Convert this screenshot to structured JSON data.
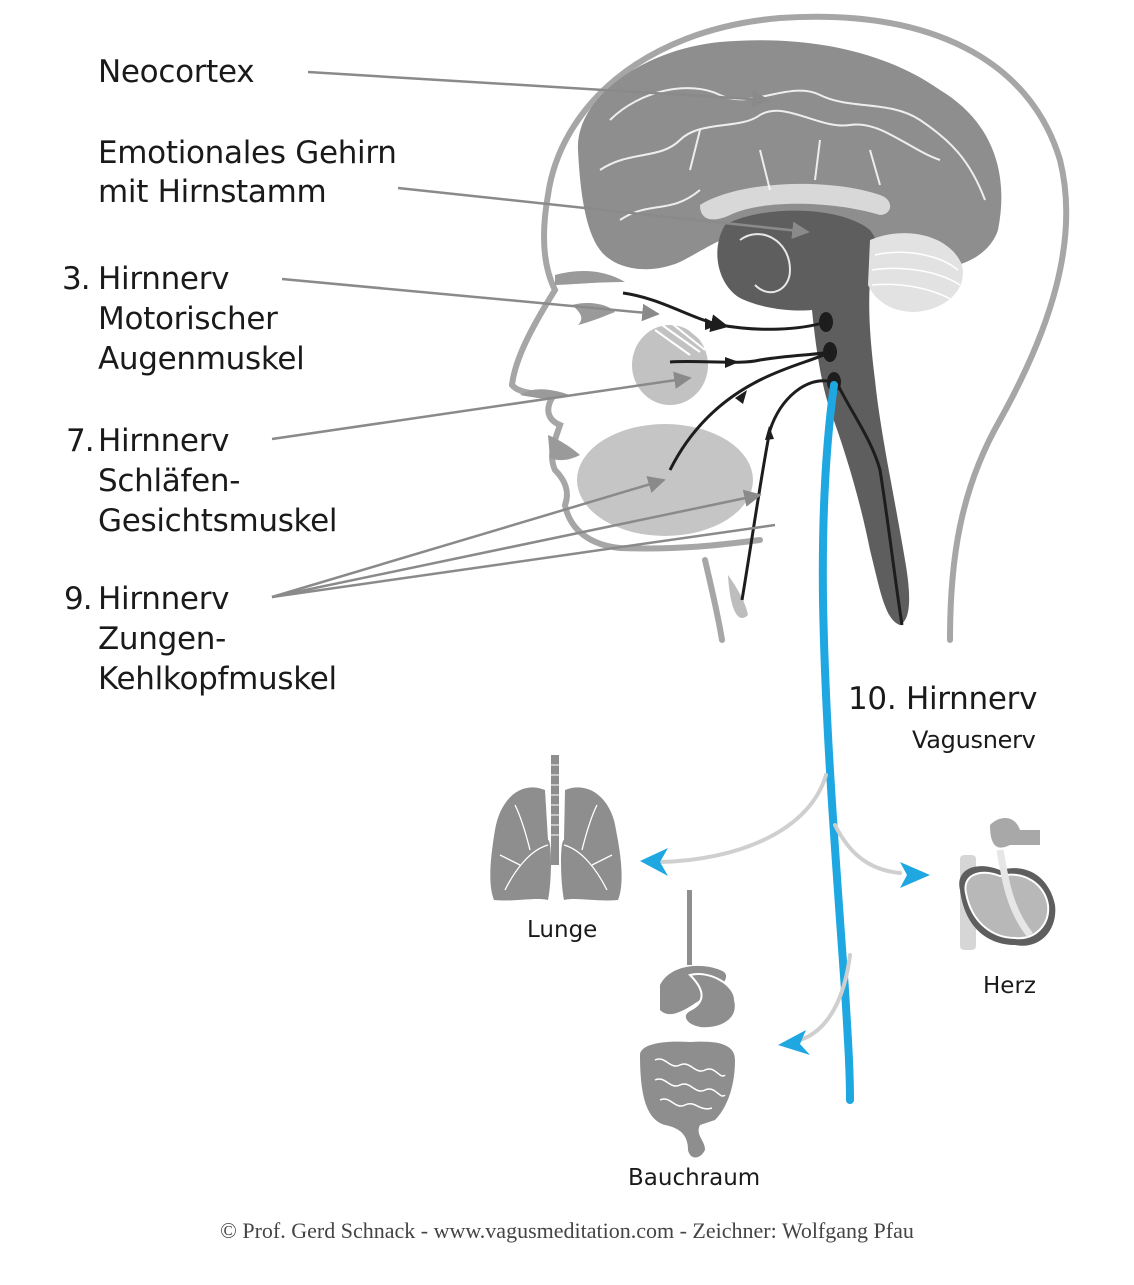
{
  "title": "Hirnnerven und Vagusnerv",
  "colors": {
    "brain_gray": "#8e8e8e",
    "brain_dark": "#6b6b6b",
    "brainstem": "#5e5e5e",
    "light_gray": "#d6d6d6",
    "head_outline": "#a6a6a6",
    "vagus_blue": "#1ea7e1",
    "nerve_black": "#1d1d1d",
    "pointer_gray": "#8a8a8a"
  },
  "labels": {
    "neocortex": "Neocortex",
    "emotional_brain": [
      "Emotionales Gehirn",
      "mit Hirnstamm"
    ],
    "nerve3": {
      "number": "3.",
      "title": "Hirnnerv",
      "lines": [
        "Motorischer",
        "Augenmuskel"
      ]
    },
    "nerve7": {
      "number": "7.",
      "title": "Hirnnerv",
      "lines": [
        "Schläfen-",
        "Gesichtsmuskel"
      ]
    },
    "nerve9": {
      "number": "9.",
      "title": "Hirnnerv",
      "lines": [
        "Zungen-",
        "Kehlkopfmuskel"
      ]
    },
    "nerve10": {
      "title": "10. Hirnnerv",
      "subtitle": "Vagusnerv"
    }
  },
  "organs": {
    "lung": "Lunge",
    "heart": "Herz",
    "abdomen": "Bauchraum"
  },
  "footer": "© Prof. Gerd Schnack - www.vagusmeditation.com - Zeichner: Wolfgang Pfau"
}
